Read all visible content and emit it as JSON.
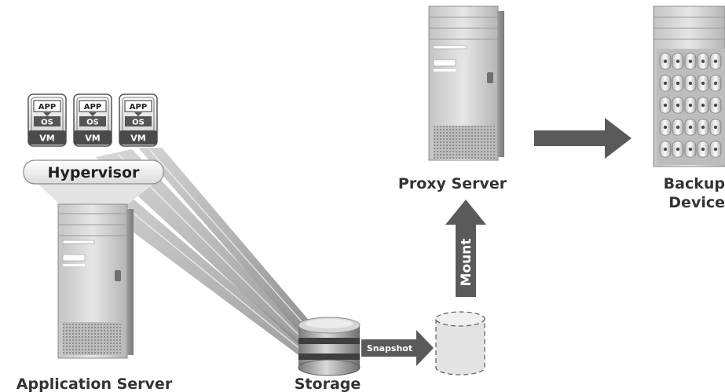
{
  "vm_stack": {
    "app_label": "APP",
    "os_label": "OS",
    "vm_label": "VM",
    "count": 3
  },
  "hypervisor_label": "Hypervisor",
  "application_server_label": "Application Server",
  "storage_label": "Storage",
  "snapshot_label": "Snapshot",
  "mount_label": "Mount",
  "proxy_server_label": "Proxy Server",
  "backup_device_label_line1": "Backup",
  "backup_device_label_line2": "Device",
  "colors": {
    "arrow": "#5a5a5a",
    "server_body": "#d9d9d9",
    "server_shadow": "#9a9a9a",
    "label_text": "#333333",
    "vm_dark": "#555555",
    "disk_highlight": "#f2f2f2"
  }
}
